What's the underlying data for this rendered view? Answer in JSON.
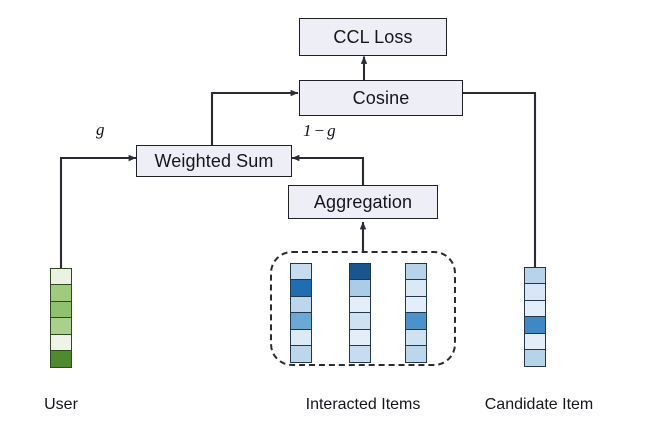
{
  "diagram": {
    "title": "Recommendation model architecture with gated weighted sum",
    "background": "#ffffff",
    "box_fill": "#eeeef7",
    "box_stroke": "#20202a",
    "wire_color": "#2b2b33"
  },
  "nodes": {
    "ccl_loss": {
      "label": "CCL Loss"
    },
    "cosine": {
      "label": "Cosine"
    },
    "weighted_sum": {
      "label": "Weighted Sum"
    },
    "aggregation": {
      "label": "Aggregation"
    }
  },
  "edge_labels": {
    "gate_user": "g",
    "gate_items_prefix": "1",
    "gate_items_op": "−",
    "gate_items_suffix": "g"
  },
  "captions": {
    "user": "User",
    "interacted_items": "Interacted Items",
    "candidate_item": "Candidate Item"
  },
  "vectors": {
    "user": {
      "name": "user-embedding",
      "palette": "green",
      "cells": [
        "#eaf3e2",
        "#9ecb7e",
        "#8fc26e",
        "#a9d18c",
        "#eef5e8",
        "#4f8a2f"
      ]
    },
    "interacted": [
      {
        "name": "interacted-item-1",
        "palette": "blue",
        "cells": [
          "#c6dcef",
          "#1f6eb2",
          "#bcd6ec",
          "#6aa8d8",
          "#dceaf6",
          "#bcd6ec"
        ]
      },
      {
        "name": "interacted-item-2",
        "palette": "blue",
        "cells": [
          "#17568f",
          "#aacce6",
          "#e3eef8",
          "#cfe2f2",
          "#e3eef8",
          "#c6dcef"
        ]
      },
      {
        "name": "interacted-item-3",
        "palette": "blue",
        "cells": [
          "#b6d3ea",
          "#dbe9f6",
          "#e3eef8",
          "#4b92cc",
          "#cfe2f2",
          "#bcd6ec"
        ]
      }
    ],
    "candidate": {
      "name": "candidate-item-embedding",
      "palette": "blue",
      "cells": [
        "#b6d3ea",
        "#d9e7f5",
        "#e3eef8",
        "#3f87c6",
        "#e3eef8",
        "#b6d3ea"
      ]
    }
  }
}
